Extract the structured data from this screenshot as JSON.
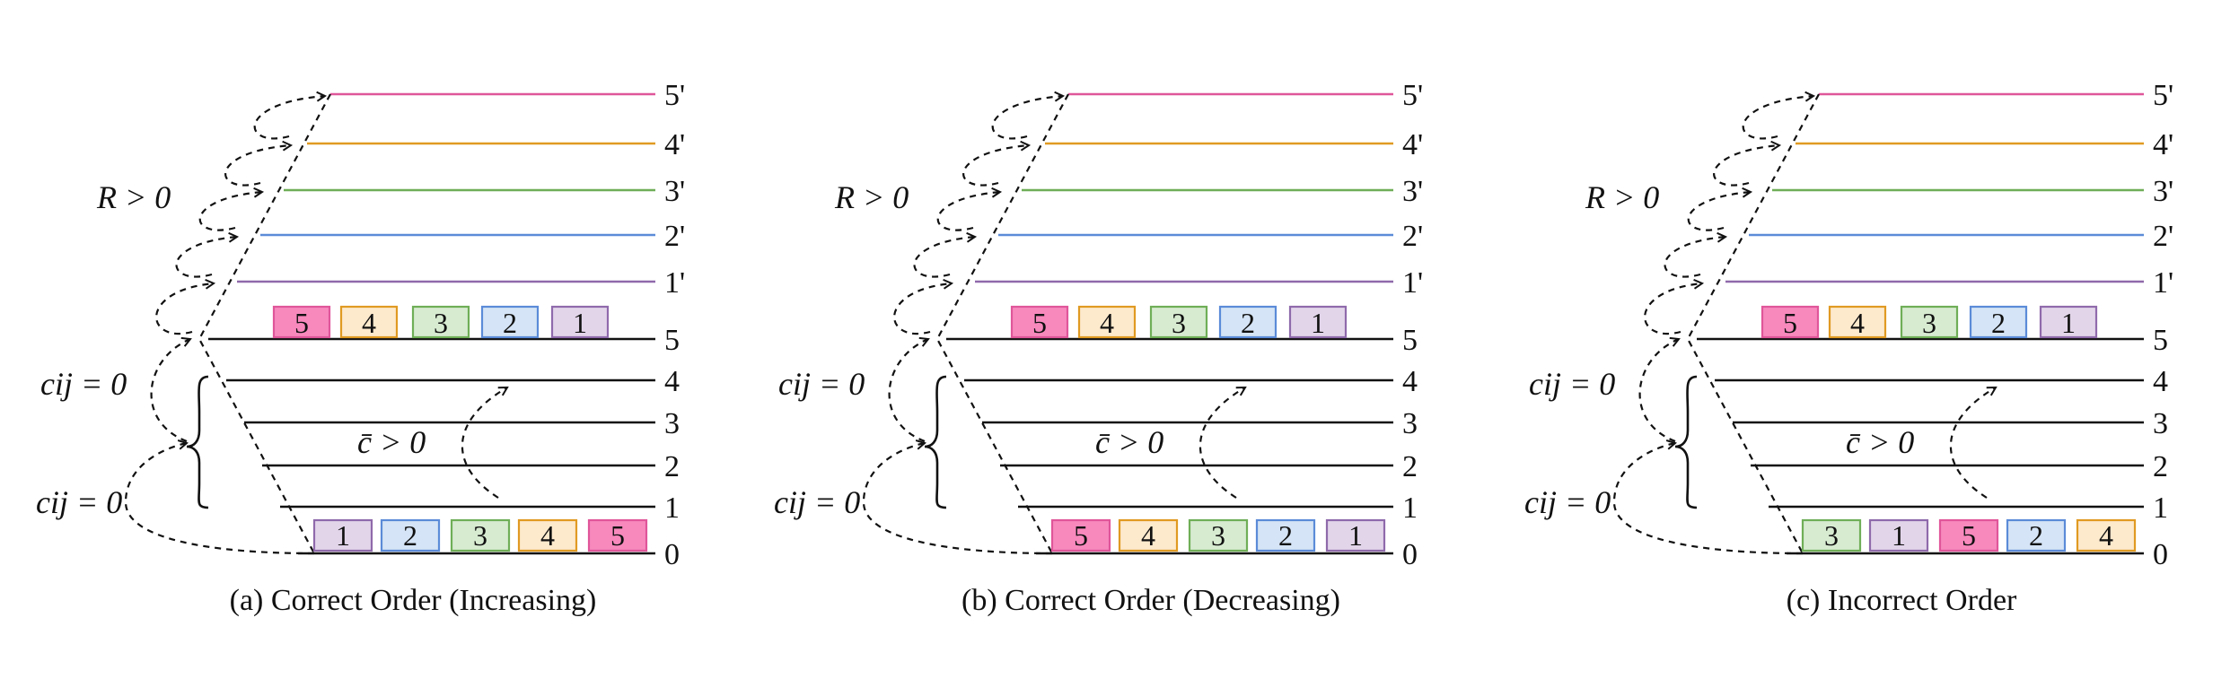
{
  "colors": {
    "5": "#e0569a",
    "4": "#e09a22",
    "3": "#6fae57",
    "2": "#5b8bd8",
    "1": "#8f6aab",
    "axis": "#111111"
  },
  "box_fill": {
    "5": "#f789bd",
    "4": "#fde9cc",
    "3": "#d7ebd1",
    "2": "#d5e4f6",
    "1": "#e2d5ea"
  },
  "icons": {
    "arrow": "dashed-arrow-icon",
    "brace": "curly-brace-icon"
  },
  "panels": [
    {
      "caption": "(a) Correct Order (Increasing)",
      "r_label": "R > 0",
      "cbar_label": "c̄ > 0",
      "cij_upper": "cij = 0",
      "cij_lower": "cij = 0",
      "top_boxes": [
        "5",
        "4",
        "3",
        "2",
        "1"
      ],
      "bottom_boxes": [
        "1",
        "2",
        "3",
        "4",
        "5"
      ],
      "levels_lower": [
        "5",
        "4",
        "3",
        "2",
        "1",
        "0"
      ],
      "levels_upper": [
        "5'",
        "4'",
        "3'",
        "2'",
        "1'"
      ]
    },
    {
      "caption": "(b) Correct Order (Decreasing)",
      "r_label": "R > 0",
      "cbar_label": "c̄ > 0",
      "cij_upper": "cij = 0",
      "cij_lower": "cij = 0",
      "top_boxes": [
        "5",
        "4",
        "3",
        "2",
        "1"
      ],
      "bottom_boxes": [
        "5",
        "4",
        "3",
        "2",
        "1"
      ],
      "levels_lower": [
        "5",
        "4",
        "3",
        "2",
        "1",
        "0"
      ],
      "levels_upper": [
        "5'",
        "4'",
        "3'",
        "2'",
        "1'"
      ]
    },
    {
      "caption": "(c) Incorrect Order",
      "r_label": "R > 0",
      "cbar_label": "c̄ > 0",
      "cij_upper": "cij = 0",
      "cij_lower": "cij = 0",
      "top_boxes": [
        "5",
        "4",
        "3",
        "2",
        "1"
      ],
      "bottom_boxes": [
        "3",
        "1",
        "5",
        "2",
        "4"
      ],
      "levels_lower": [
        "5",
        "4",
        "3",
        "2",
        "1",
        "0"
      ],
      "levels_upper": [
        "5'",
        "4'",
        "3'",
        "2'",
        "1'"
      ]
    }
  ]
}
